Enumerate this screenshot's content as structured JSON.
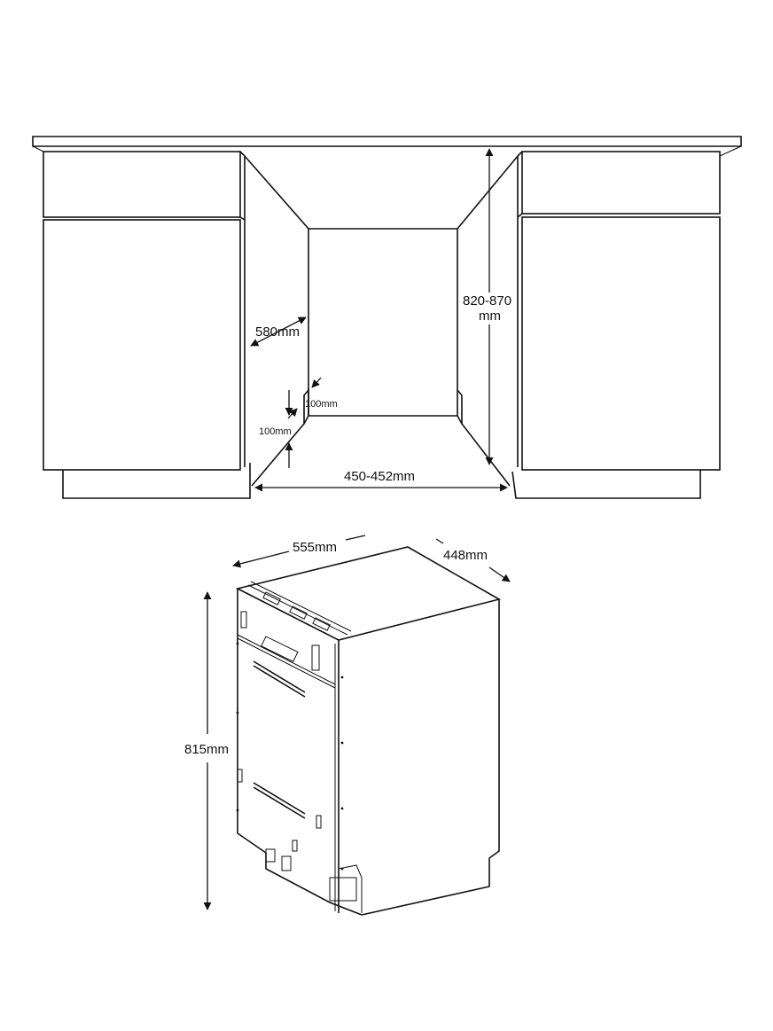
{
  "installation": {
    "depth_label": "580mm",
    "height_label_line1": "820-870",
    "height_label_line2": "mm",
    "plinth_depth_label": "100mm",
    "plinth_height_label": "100mm",
    "width_label": "450-452mm"
  },
  "appliance": {
    "depth_label": "555mm",
    "width_label": "448mm",
    "height_label": "815mm"
  }
}
